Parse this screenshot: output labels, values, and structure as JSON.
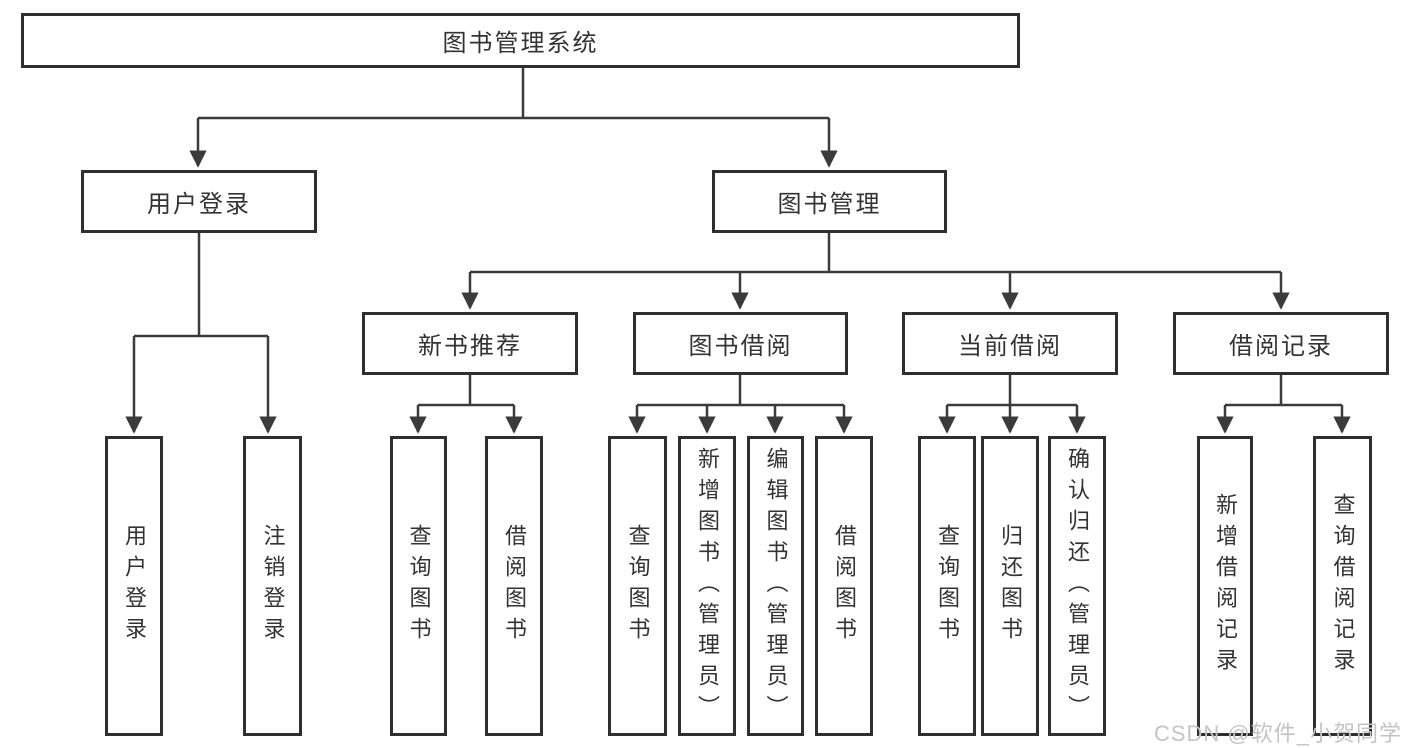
{
  "root": {
    "label": "图书管理系统"
  },
  "login": {
    "label": "用户登录",
    "children": [
      {
        "label": "用户登录"
      },
      {
        "label": "注销登录"
      }
    ]
  },
  "mgmt": {
    "label": "图书管理",
    "groups": [
      {
        "label": "新书推荐",
        "children": [
          {
            "label": "查询图书"
          },
          {
            "label": "借阅图书"
          }
        ]
      },
      {
        "label": "图书借阅",
        "children": [
          {
            "label": "查询图书"
          },
          {
            "label": "新增图书（管理员）"
          },
          {
            "label": "编辑图书（管理员）"
          },
          {
            "label": "借阅图书"
          }
        ]
      },
      {
        "label": "当前借阅",
        "children": [
          {
            "label": "查询图书"
          },
          {
            "label": "归还图书"
          },
          {
            "label": "确认归还（管理员）"
          }
        ]
      },
      {
        "label": "借阅记录",
        "children": [
          {
            "label": "新增借阅记录"
          },
          {
            "label": "查询借阅记录"
          }
        ]
      }
    ]
  },
  "watermark": {
    "text": "CSDN @软件_小贺同学"
  },
  "colors": {
    "line": "#3b3b3b",
    "box_border": "#2f2f2f",
    "box_fill": "#ffffff",
    "text": "#333333",
    "background": "#ffffff",
    "watermark": "#c4c4c4"
  }
}
